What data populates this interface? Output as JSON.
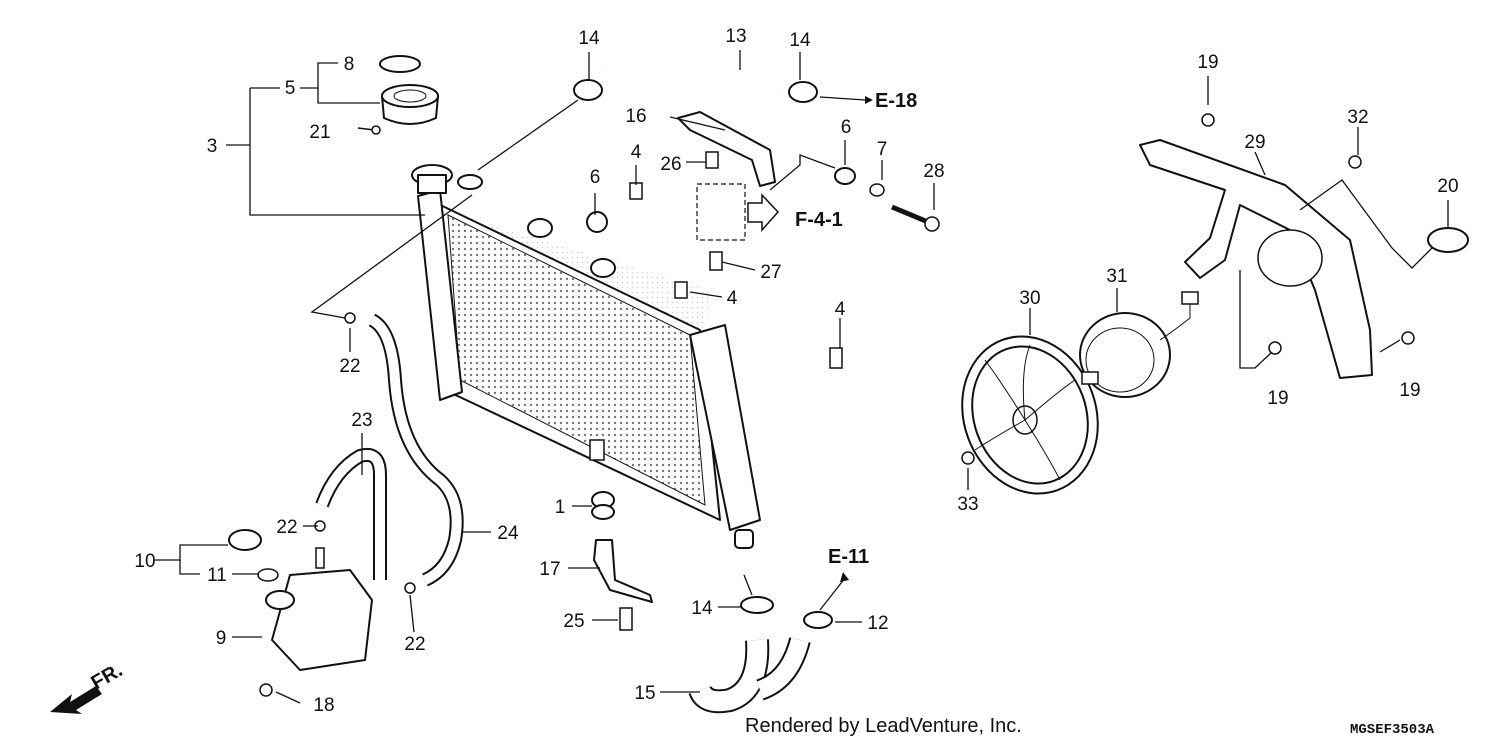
{
  "callouts": {
    "c1": "1",
    "c3": "3",
    "c4a": "4",
    "c4b": "4",
    "c4c": "4",
    "c5": "5",
    "c6a": "6",
    "c6b": "6",
    "c7": "7",
    "c8": "8",
    "c9": "9",
    "c10": "10",
    "c11": "11",
    "c12": "12",
    "c13": "13",
    "c14a": "14",
    "c14b": "14",
    "c14c": "14",
    "c15": "15",
    "c16": "16",
    "c17": "17",
    "c18": "18",
    "c19a": "19",
    "c19b": "19",
    "c19c": "19",
    "c20": "20",
    "c21": "21",
    "c22a": "22",
    "c22b": "22",
    "c22c": "22",
    "c23": "23",
    "c24": "24",
    "c25": "25",
    "c26": "26",
    "c27": "27",
    "c28": "28",
    "c29": "29",
    "c30": "30",
    "c31": "31",
    "c32": "32",
    "c33": "33"
  },
  "references": {
    "e18": "E-18",
    "f41": "F-4-1",
    "e11": "E-11"
  },
  "orientation": {
    "label": "FR."
  },
  "footer": {
    "credit": "Rendered by LeadVenture, Inc.",
    "diagram_code": "MGSEF3503A"
  }
}
